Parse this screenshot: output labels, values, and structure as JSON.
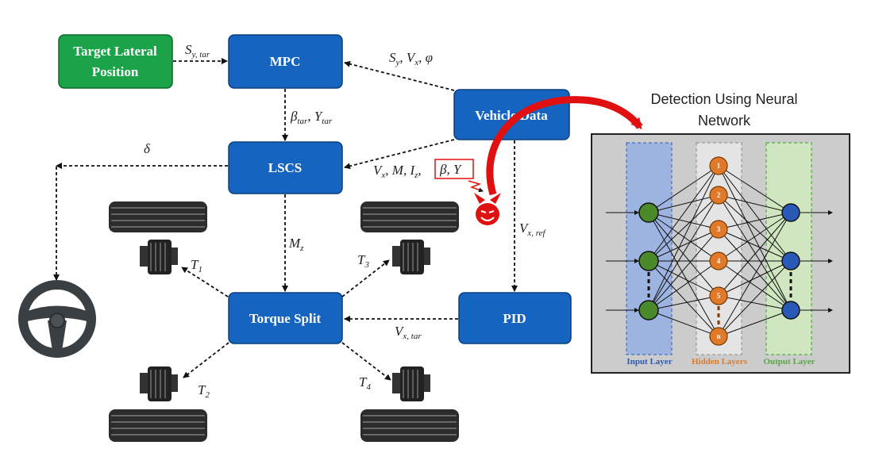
{
  "blocks": {
    "target": [
      "Target Lateral",
      "Position"
    ],
    "mpc": "MPC",
    "vehicle_data": "Vehicle Data",
    "lscs": "LSCS",
    "torque_split": "Torque Split",
    "pid": "PID"
  },
  "signals": {
    "target_to_mpc": {
      "main": "S",
      "sub": "y, tar"
    },
    "vehicle_to_mpc": {
      "s": "S",
      "s_sub": "y",
      "v": "V",
      "v_sub": "x",
      "phi": "φ"
    },
    "mpc_to_lscs": {
      "beta": "β",
      "beta_sub": "tar",
      "gamma": "Υ",
      "gamma_sub": "tar"
    },
    "delta": "δ",
    "vehicle_to_lscs": {
      "v": "V",
      "v_sub": "x",
      "m": "M",
      "i": "I",
      "i_sub": "z",
      "attacked": "β, Υ"
    },
    "lscs_to_torque": {
      "main": "M",
      "sub": "z"
    },
    "vehicle_to_pid": {
      "main": "V",
      "sub": "x, ref"
    },
    "pid_to_torque": {
      "main": "V",
      "sub": "x, tar"
    },
    "t1": {
      "main": "T",
      "sub": "1"
    },
    "t2": {
      "main": "T",
      "sub": "2"
    },
    "t3": {
      "main": "T",
      "sub": "3"
    },
    "t4": {
      "main": "T",
      "sub": "4"
    }
  },
  "neural_net": {
    "title": [
      "Detection Using Neural",
      "Network"
    ],
    "input_layer": "Input Layer",
    "hidden_layers": "Hidden Layers",
    "output_layer": "Output Layer",
    "hidden_nodes": [
      "1",
      "2",
      "3",
      "4",
      "5",
      "n"
    ]
  },
  "colors": {
    "block_blue": "#1565c0",
    "target_green": "#1aa348",
    "attack_red": "#e01010",
    "input_node": "#4a8a2a",
    "hidden_node": "#e07a2a",
    "output_node": "#2a5ab8"
  }
}
